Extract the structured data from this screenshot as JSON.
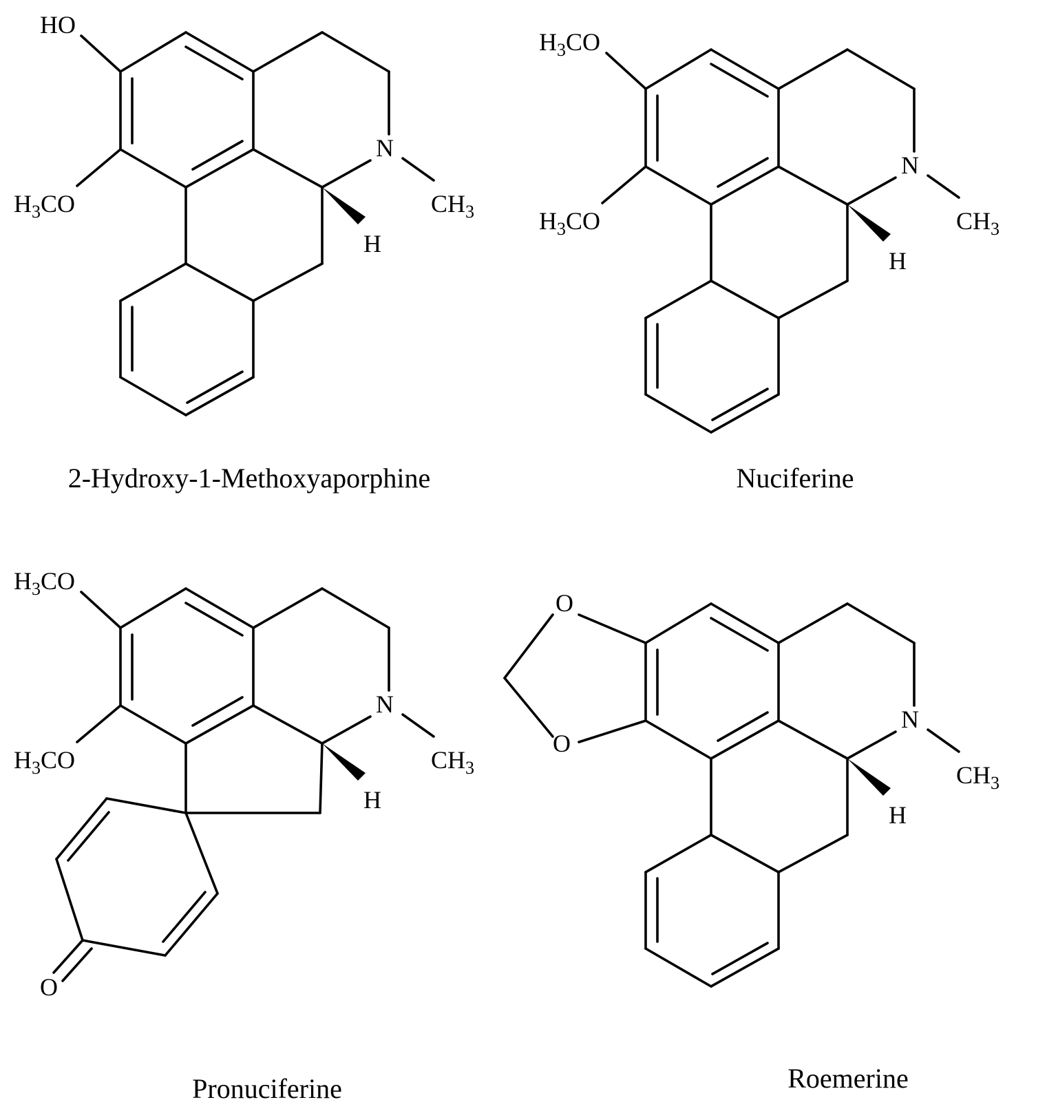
{
  "labels": {
    "HO": "HO",
    "H3CO_prefix": "H",
    "H3CO_sub": "3",
    "H3CO_suffix": "CO",
    "N": "N",
    "CH3_prefix": "CH",
    "CH3_sub": "3",
    "H": "H",
    "O": "O"
  },
  "compounds": [
    {
      "name": "2-Hydroxy-1-Methoxyaporphine"
    },
    {
      "name": "Nuciferine"
    },
    {
      "name": "Pronuciferine"
    },
    {
      "name": "Roemerine"
    }
  ],
  "colors": {
    "ink": "#000000",
    "background": "#ffffff"
  }
}
